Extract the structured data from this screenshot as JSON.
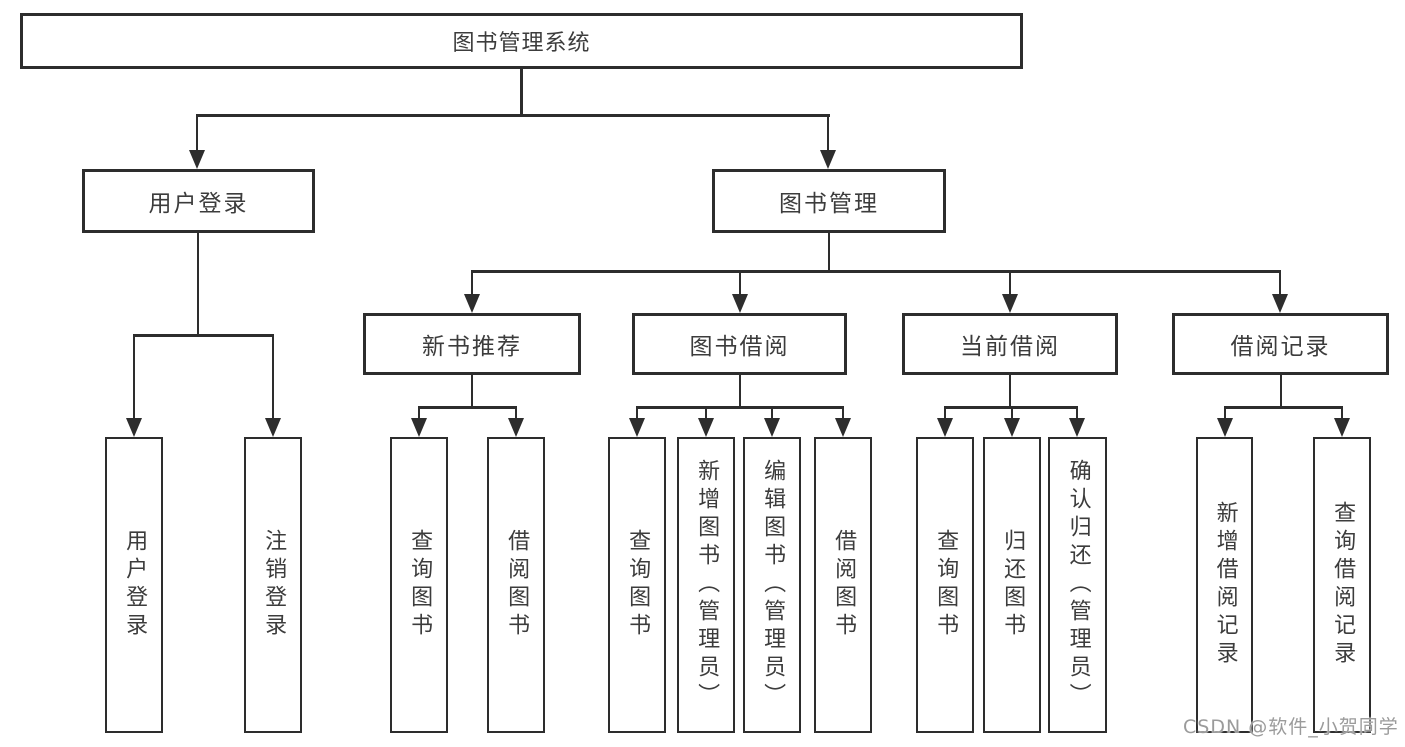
{
  "tree": {
    "root": "图书管理系统",
    "login": {
      "label": "用户登录",
      "children": [
        "用户登录",
        "注销登录"
      ]
    },
    "manage": {
      "label": "图书管理"
    },
    "sections": [
      {
        "label": "新书推荐",
        "children": [
          "查询图书",
          "借阅图书"
        ]
      },
      {
        "label": "图书借阅",
        "children": [
          "查询图书",
          "新增图书（管理员）",
          "编辑图书（管理员）",
          "借阅图书"
        ]
      },
      {
        "label": "当前借阅",
        "children": [
          "查询图书",
          "归还图书",
          "确认归还（管理员）"
        ]
      },
      {
        "label": "借阅记录",
        "children": [
          "新增借阅记录",
          "查询借阅记录"
        ]
      }
    ]
  },
  "watermark": "CSDN @软件_小贺同学",
  "colors": {
    "line": "#2d2d2d",
    "text": "#3c3c3c",
    "watermark": "#9b9b9b",
    "background": "#ffffff"
  }
}
